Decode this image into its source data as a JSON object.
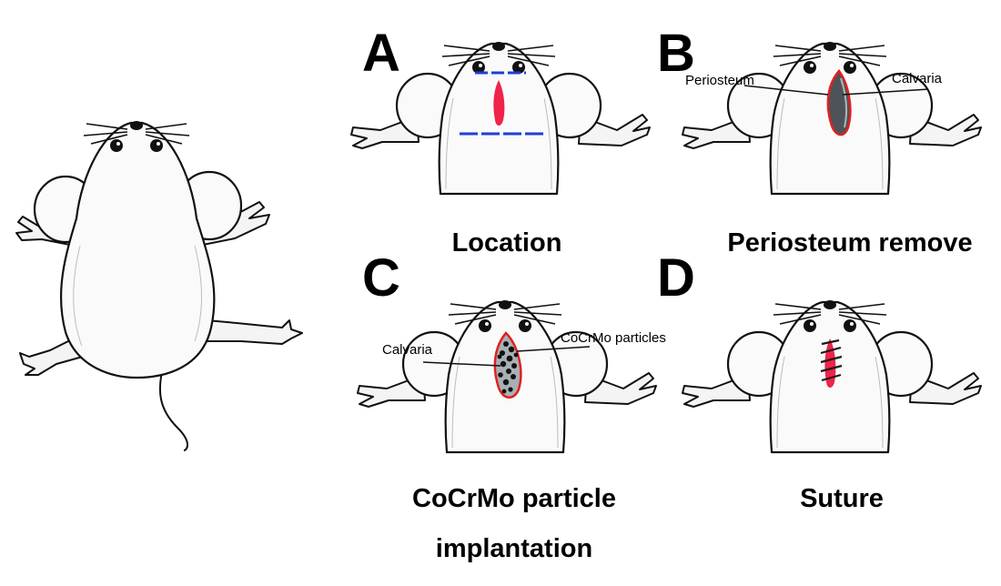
{
  "panels": {
    "A": {
      "letter": "A",
      "caption": "Location"
    },
    "B": {
      "letter": "B",
      "caption": "Periosteum remove",
      "label_left": "Periosteum",
      "label_right": "Calvaria"
    },
    "C": {
      "letter": "C",
      "caption_line1": "CoCrMo particle",
      "caption_line2": "implantation",
      "label_left": "Calvaria",
      "label_right": "CoCrMo particles"
    },
    "D": {
      "letter": "D",
      "caption": "Suture"
    }
  },
  "colors": {
    "incision": "#f0234a",
    "guide_line": "#1f3fd6",
    "calvaria": "#4d5358",
    "periosteum_edge": "#e02020",
    "particle_field": "#a9b0b5",
    "particle": "#111111",
    "suture_thread": "#1a1a1a"
  },
  "icons": {
    "whole_mouse": "mouse-body-icon",
    "head": "mouse-head-icon"
  }
}
